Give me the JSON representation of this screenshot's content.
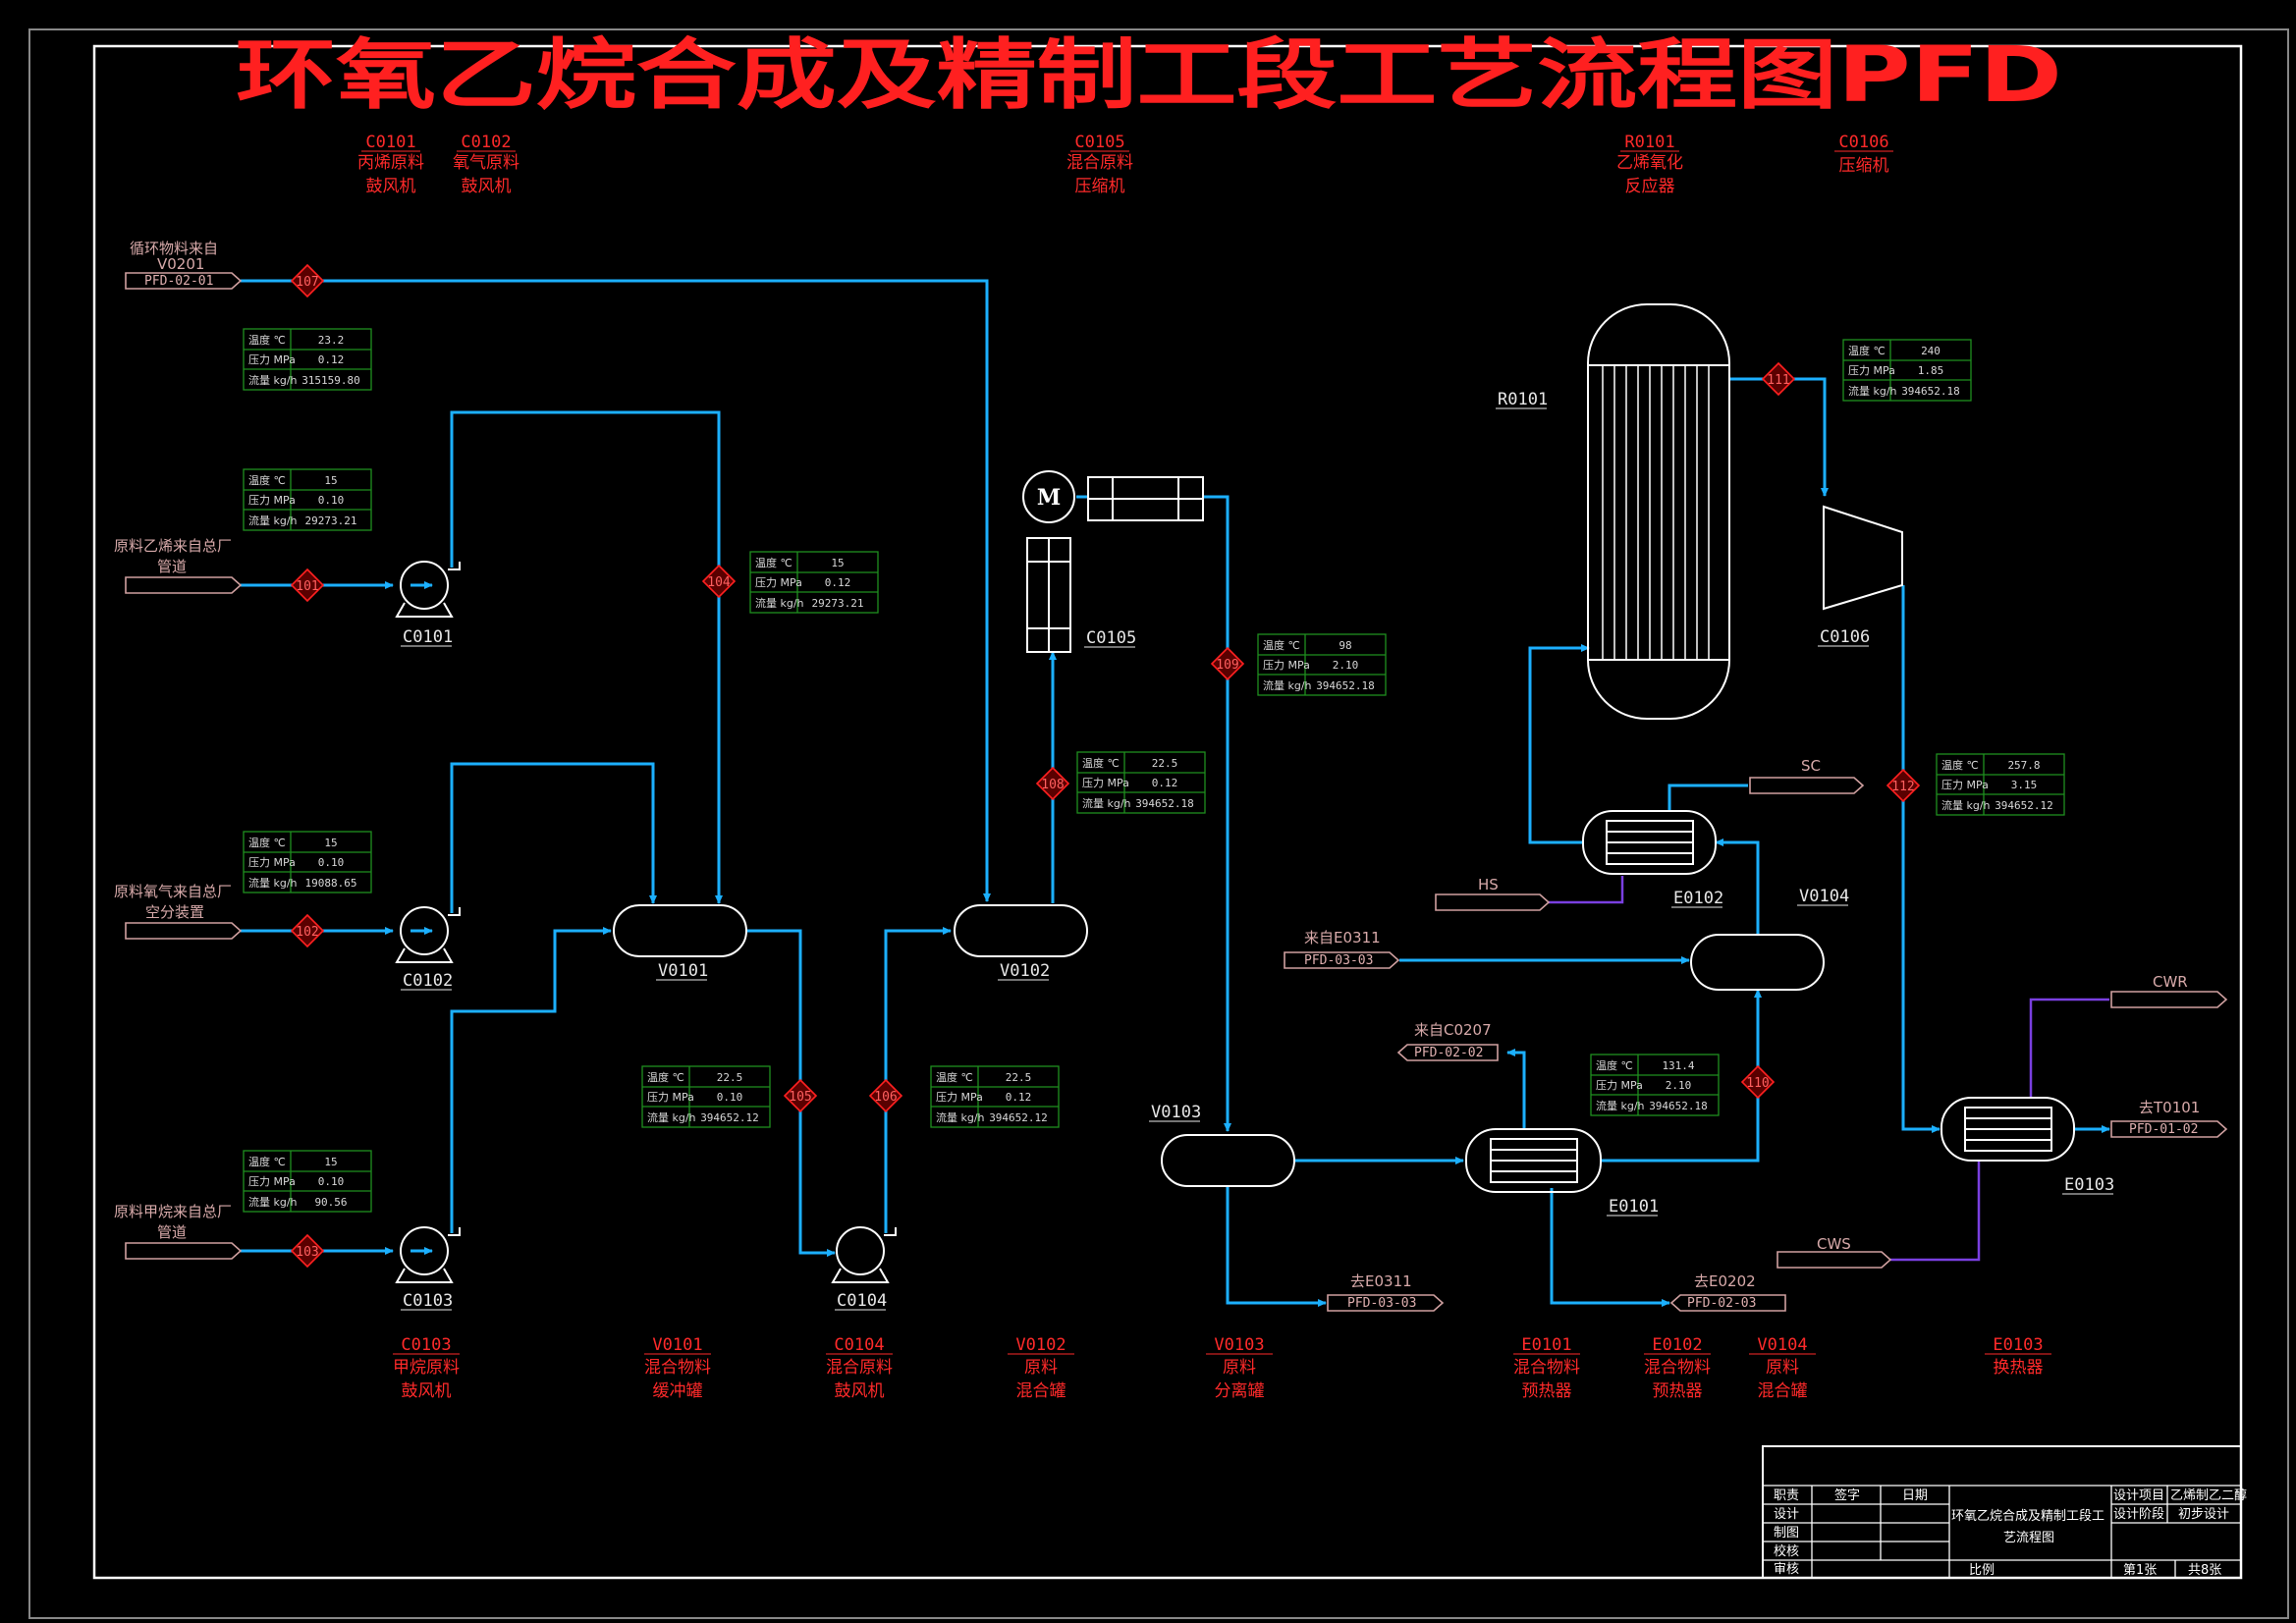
{
  "title": "环氧乙烷合成及精制工段工艺流程图PFD",
  "table_headers": {
    "temp": "温度 ℃",
    "press": "压力 MPa",
    "flow": "流量 kg/h"
  },
  "equipment_top": [
    {
      "tag": "C0101",
      "line1": "丙烯原料",
      "line2": "鼓风机"
    },
    {
      "tag": "C0102",
      "line1": "氧气原料",
      "line2": "鼓风机"
    },
    {
      "tag": "C0105",
      "line1": "混合原料",
      "line2": "压缩机"
    },
    {
      "tag": "R0101",
      "line1": "乙烯氧化",
      "line2": "反应器"
    },
    {
      "tag": "C0106",
      "line1": "压缩机",
      "line2": ""
    }
  ],
  "equipment_bottom": [
    {
      "tag": "C0103",
      "line1": "甲烷原料",
      "line2": "鼓风机"
    },
    {
      "tag": "V0101",
      "line1": "混合物料",
      "line2": "缓冲罐"
    },
    {
      "tag": "C0104",
      "line1": "混合原料",
      "line2": "鼓风机"
    },
    {
      "tag": "V0102",
      "line1": "原料",
      "line2": "混合罐"
    },
    {
      "tag": "V0103",
      "line1": "原料",
      "line2": "分离罐"
    },
    {
      "tag": "E0101",
      "line1": "混合物料",
      "line2": "预热器"
    },
    {
      "tag": "E0102",
      "line1": "混合物料",
      "line2": "预热器"
    },
    {
      "tag": "V0104",
      "line1": "原料",
      "line2": "混合罐"
    },
    {
      "tag": "E0103",
      "line1": "换热器",
      "line2": ""
    }
  ],
  "equipment_labels": {
    "C0101": "C0101",
    "C0102": "C0102",
    "C0103": "C0103",
    "C0104": "C0104",
    "C0105": "C0105",
    "C0106": "C0106",
    "R0101": "R0101",
    "V0101": "V0101",
    "V0102": "V0102",
    "V0103": "V0103",
    "V0104": "V0104",
    "E0101": "E0101",
    "E0102": "E0102",
    "E0103": "E0103",
    "motor": "M"
  },
  "sources": {
    "s107_l1": "循环物料来自",
    "s107_l2": "V0201",
    "s107_ref": "PFD-02-01",
    "s101_l1": "原料乙烯来自总厂",
    "s101_l2": "管道",
    "s102_l1": "原料氧气来自总厂",
    "s102_l2": "空分装置",
    "s103_l1": "原料甲烷来自总厂",
    "s103_l2": "管道",
    "e0311_in_l1": "来自E0311",
    "e0311_in_ref": "PFD-03-03",
    "c0207_l1": "来自C0207",
    "c0207_ref": "PFD-02-02",
    "e0311_out_l1": "去E0311",
    "e0311_out_ref": "PFD-03-03",
    "e0202_l1": "去E0202",
    "e0202_ref": "PFD-02-03",
    "t0101_l1": "去T0101",
    "t0101_ref": "PFD-01-02",
    "sc": "SC",
    "hs": "HS",
    "cwr": "CWR",
    "cws": "CWS"
  },
  "streams": {
    "s101": "101",
    "s102": "102",
    "s103": "103",
    "s104": "104",
    "s105": "105",
    "s106": "106",
    "s107": "107",
    "s108": "108",
    "s109": "109",
    "s110": "110",
    "s111": "111",
    "s112": "112"
  },
  "stream_tables": {
    "t107": {
      "temp": "23.2",
      "press": "0.12",
      "flow": "315159.80"
    },
    "t101": {
      "temp": "15",
      "press": "0.10",
      "flow": "29273.21"
    },
    "t104": {
      "temp": "15",
      "press": "0.12",
      "flow": "29273.21"
    },
    "t102": {
      "temp": "15",
      "press": "0.10",
      "flow": "19088.65"
    },
    "t103": {
      "temp": "15",
      "press": "0.10",
      "flow": "90.56"
    },
    "t105": {
      "temp": "22.5",
      "press": "0.10",
      "flow": "394652.12"
    },
    "t106": {
      "temp": "22.5",
      "press": "0.12",
      "flow": "394652.12"
    },
    "t108": {
      "temp": "22.5",
      "press": "0.12",
      "flow": "394652.18"
    },
    "t109": {
      "temp": "98",
      "press": "2.10",
      "flow": "394652.18"
    },
    "t111": {
      "temp": "240",
      "press": "1.85",
      "flow": "394652.18"
    },
    "t112": {
      "temp": "257.8",
      "press": "3.15",
      "flow": "394652.12"
    },
    "t110": {
      "temp": "131.4",
      "press": "2.10",
      "flow": "394652.18"
    }
  },
  "title_block": {
    "h_role": "职责",
    "h_sign": "签字",
    "h_date": "日期",
    "r1": "设计",
    "r2": "制图",
    "r3": "校核",
    "r4": "审核",
    "drawing_l1": "环氧乙烷合成及精制工段工",
    "drawing_l2": "艺流程图",
    "proj_label": "设计项目",
    "proj_value": "乙烯制乙二醇",
    "stage_label": "设计阶段",
    "stage_value": "初步设计",
    "scale": "比例",
    "sheet": "第1张",
    "total": "共8张"
  },
  "colors": {
    "pipe": "#1cb0ff",
    "utility": "#7a3fe0",
    "stream_tag": "#ff2020",
    "title": "#ff2020",
    "background": "#000000"
  }
}
